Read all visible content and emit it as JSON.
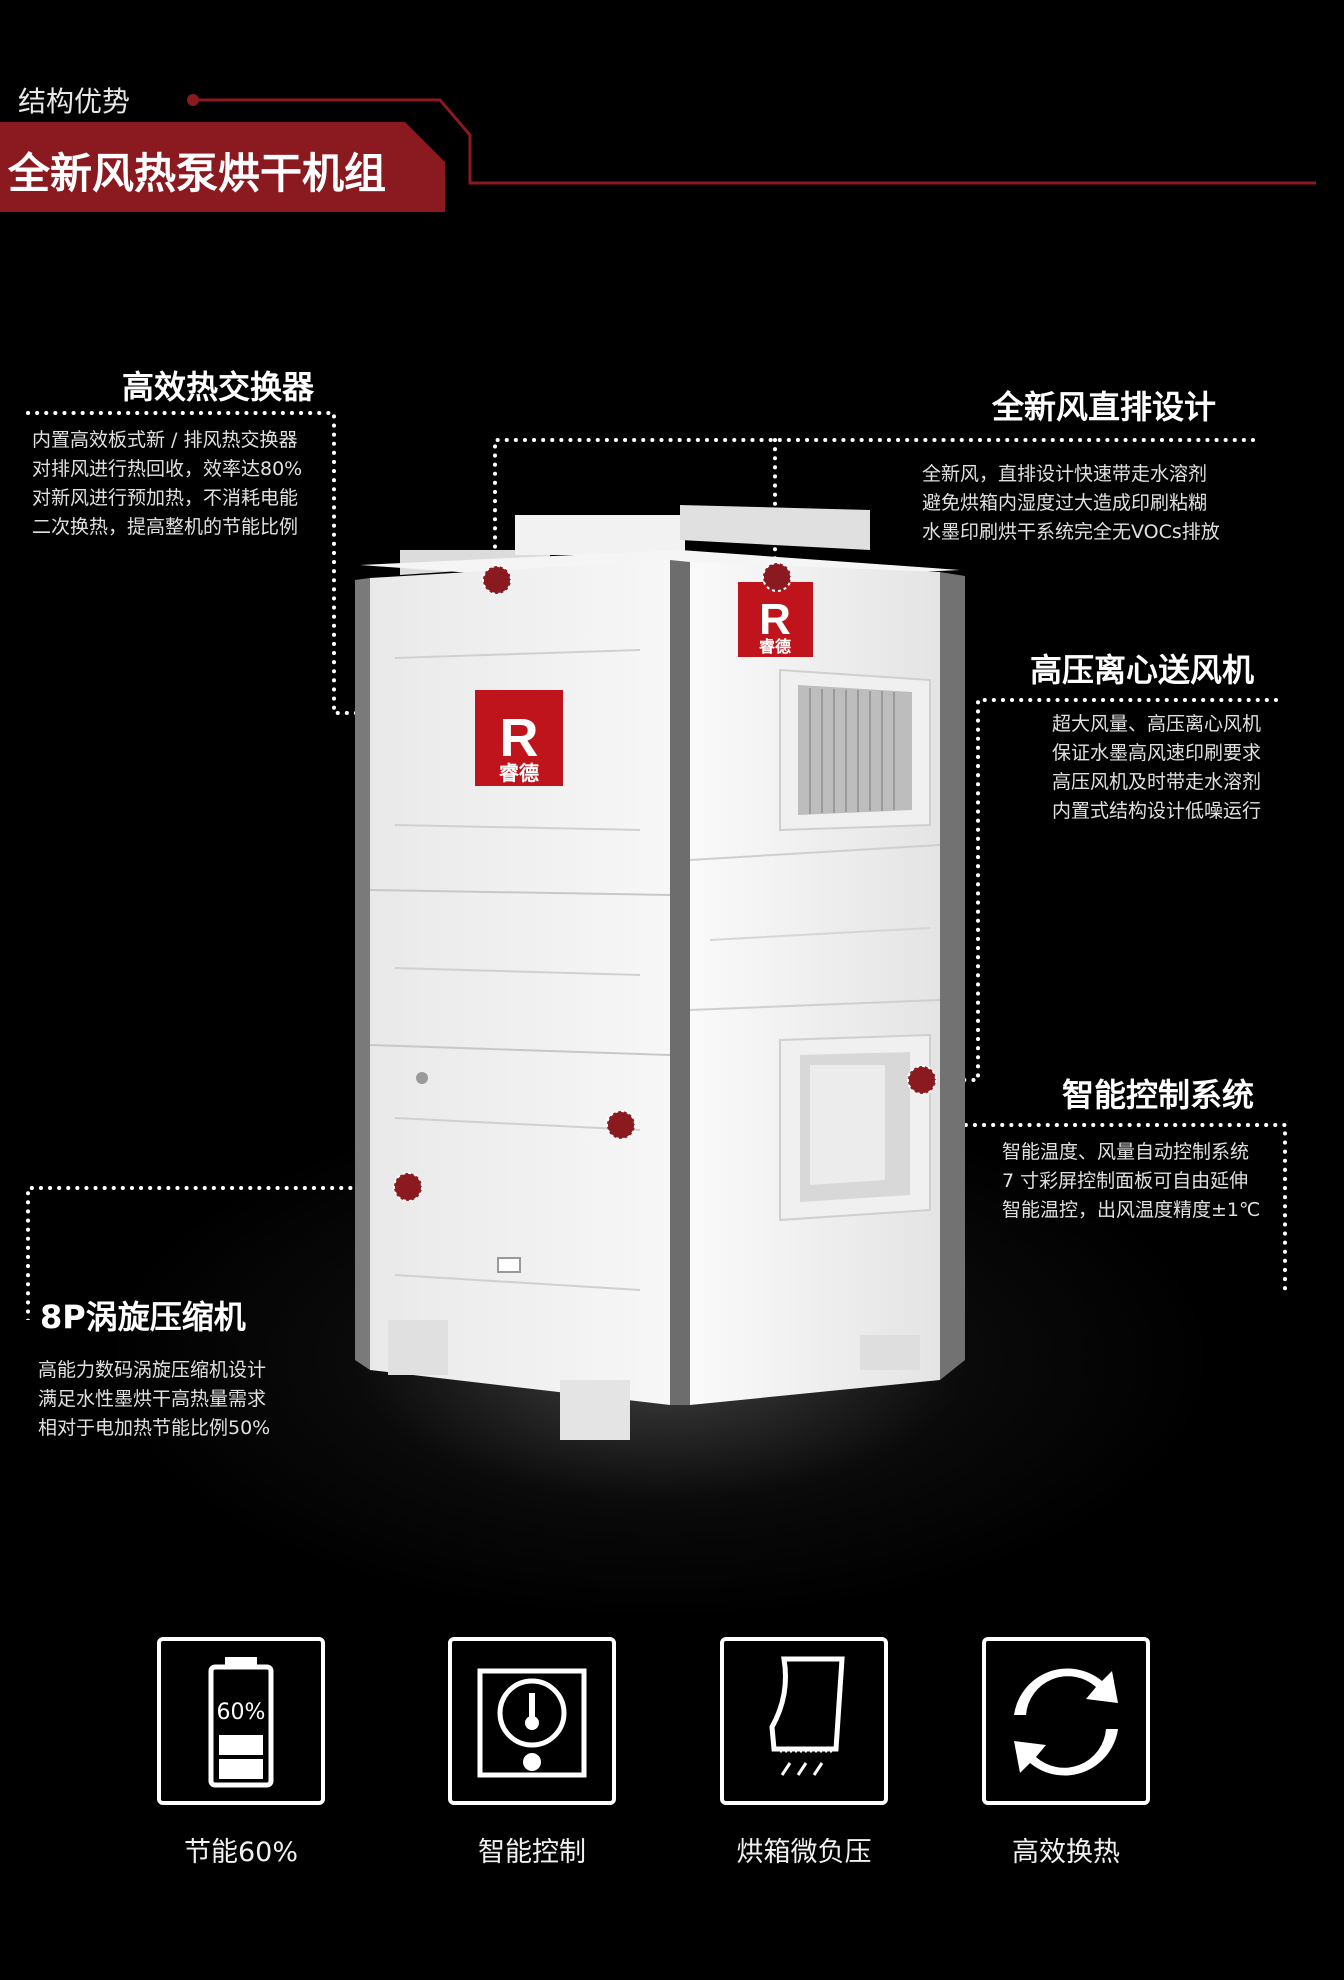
{
  "header": {
    "section_label": "结构优势",
    "title": "全新风热泵烘干机组"
  },
  "brand": {
    "name": "睿德",
    "color": "#c0141c"
  },
  "colors": {
    "accent_red": "#8a1a1f",
    "dot_white": "#ffffff"
  },
  "features": {
    "heat_exchanger": {
      "title": "高效热交换器",
      "lines": [
        "内置高效板式新 / 排风热交换器",
        "对排风进行热回收，效率达80%",
        "对新风进行预加热，不消耗电能",
        "二次换热，提高整机的节能比例"
      ]
    },
    "fresh_air": {
      "title": "全新风直排设计",
      "lines": [
        "全新风，直排设计快速带走水溶剂",
        "避免烘箱内湿度过大造成印刷粘糊",
        "水墨印刷烘干系统完全无VOCs排放"
      ]
    },
    "blower": {
      "title": "高压离心送风机",
      "lines": [
        "超大风量、高压离心风机",
        "保证水墨高风速印刷要求",
        "高压风机及时带走水溶剂",
        "内置式结构设计低噪运行"
      ]
    },
    "control": {
      "title": "智能控制系统",
      "lines": [
        "智能温度、风量自动控制系统",
        "7  寸彩屏控制面板可自由延伸",
        "智能温控，出风温度精度±1℃"
      ]
    },
    "compressor": {
      "title": "8P涡旋压缩机",
      "lines": [
        "高能力数码涡旋压缩机设计",
        "满足水性墨烘干高热量需求",
        "相对于电加热节能比例50%"
      ]
    }
  },
  "icons": [
    {
      "icon": "battery-icon",
      "badge": "60%",
      "label": "节能60%"
    },
    {
      "icon": "thermometer-panel-icon",
      "label": "智能控制"
    },
    {
      "icon": "oven-airflow-icon",
      "label": "烘箱微负压"
    },
    {
      "icon": "refresh-arrows-icon",
      "label": "高效换热"
    }
  ]
}
